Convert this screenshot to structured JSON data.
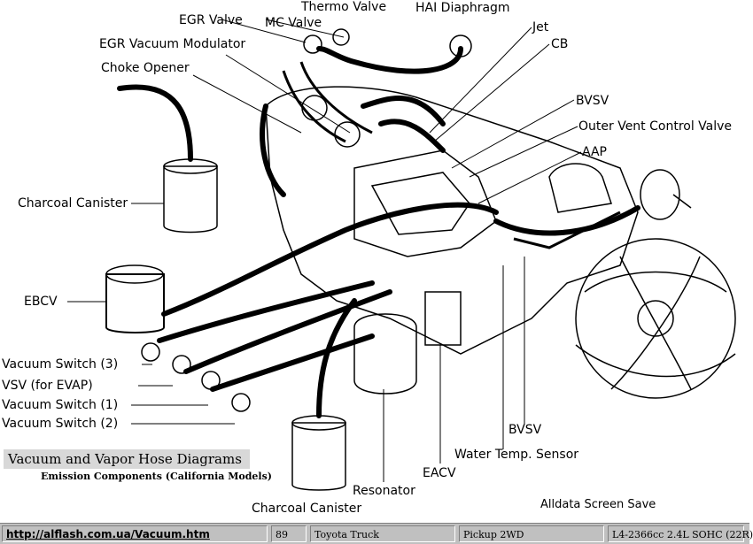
{
  "labels": {
    "thermo_valve": "Thermo Valve",
    "hai_diaphragm": "HAI Diaphragm",
    "egr_valve": "EGR Valve",
    "mc_valve": "MC Valve",
    "jet": "Jet",
    "egr_vacuum_modulator": "EGR Vacuum Modulator",
    "cb": "CB",
    "choke_opener": "Choke Opener",
    "bvsv_top": "BVSV",
    "outer_vent_control_valve": "Outer Vent Control Valve",
    "aap": "AAP",
    "charcoal_canister_left": "Charcoal Canister",
    "ebcv": "EBCV",
    "vacuum_switch_3": "Vacuum Switch (3)",
    "vsv_evap": "VSV (for EVAP)",
    "vacuum_switch_1": "Vacuum Switch (1)",
    "vacuum_switch_2": "Vacuum Switch (2)",
    "bvsv_bottom": "BVSV",
    "water_temp_sensor": "Water Temp. Sensor",
    "eacv": "EACV",
    "resonator": "Resonator",
    "charcoal_canister_bottom": "Charcoal Canister"
  },
  "title": "Vacuum and Vapor Hose Diagrams",
  "subtitle": "Emission Components  (California Models)",
  "credit": "Alldata Screen Save",
  "statusbar": {
    "url": "http://alflash.com.ua/Vacuum.htm",
    "year": "89",
    "make": "Toyota Truck",
    "model": "Pickup 2WD",
    "engine": "L4-2366cc 2.4L SOHC (22R)"
  }
}
